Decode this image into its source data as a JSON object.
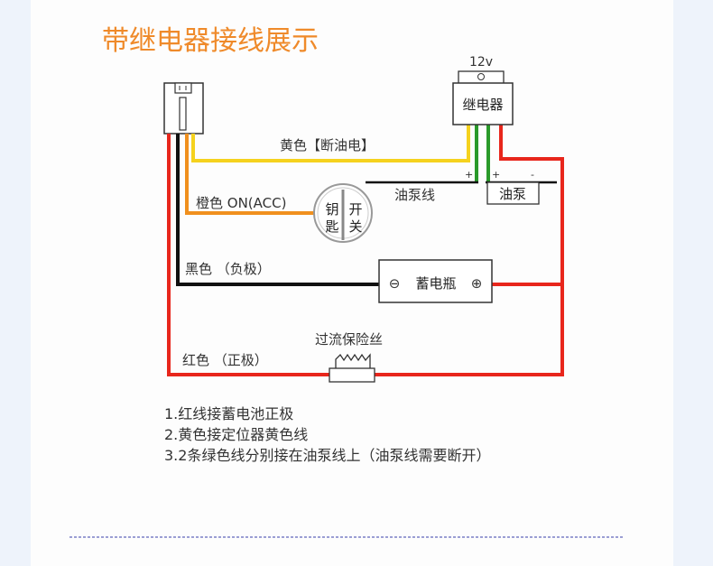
{
  "title": "带继电器接线展示",
  "relay": {
    "voltage": "12v",
    "label": "继电器"
  },
  "wires": {
    "yellow": "黄色【断油电】",
    "orange": "橙色 ON(ACC)",
    "black": "黑色 （负极）",
    "red": "红色 （正极）"
  },
  "fuel_line": "油泵线",
  "fuel_pump": "油泵",
  "terminals": {
    "plus": "+",
    "minus": "-"
  },
  "key_switch": {
    "left_top": "钥",
    "left_bottom": "匙",
    "right_top": "开",
    "right_bottom": "关"
  },
  "battery": {
    "label": "蓄电瓶",
    "minus": "⊖",
    "plus": "⊕"
  },
  "fuse": "过流保险丝",
  "notes": [
    "1.红线接蓄电池正极",
    "2.黄色接定位器黄色线",
    "3.2条绿色线分别接在油泵线上（油泵线需要断开）"
  ],
  "colors": {
    "title": "#ef8a2a",
    "red": "#e8261c",
    "yellow": "#f5d21e",
    "orange": "#f0901e",
    "green": "#2a9a2a",
    "black": "#111111",
    "divider": "#7b7fc6"
  }
}
